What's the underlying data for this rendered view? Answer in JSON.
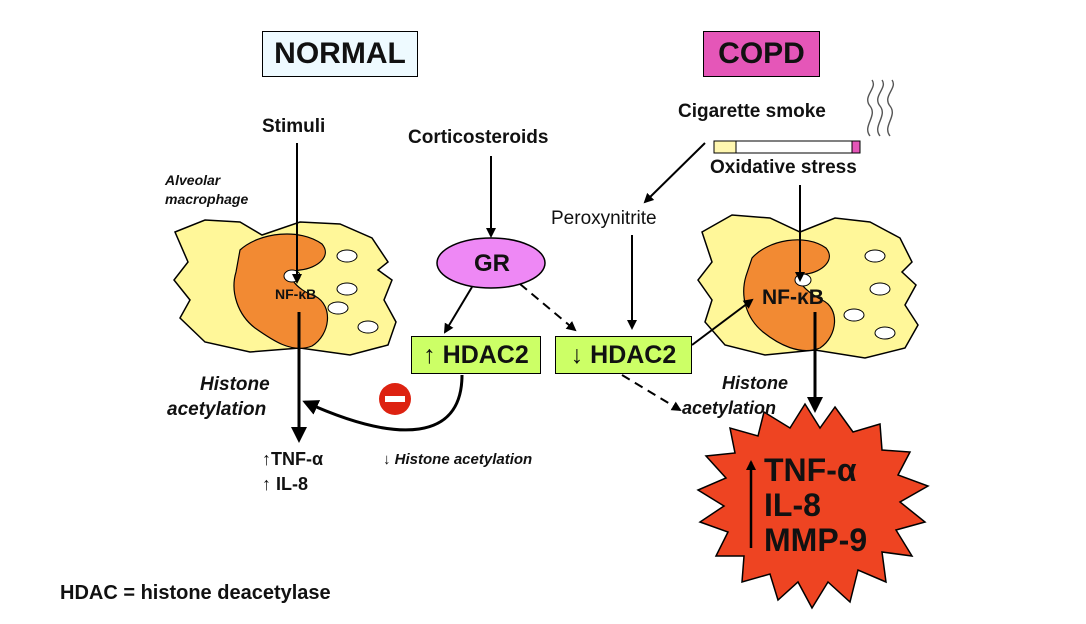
{
  "titles": {
    "normal": "NORMAL",
    "copd": "COPD"
  },
  "normal": {
    "stimuli": "Stimuli",
    "cell_label_line1": "Alveolar",
    "cell_label_line2": "macrophage",
    "nfkb": "NF-κB",
    "histone_line1": "Histone",
    "histone_line2": "acetylation",
    "tnf": "↑TNF-α",
    "il8": "↑ IL-8"
  },
  "center": {
    "corticosteroids": "Corticosteroids",
    "gr": "GR",
    "hdac2_up": "↑ HDAC2",
    "hdac2_down": "↓ HDAC2",
    "peroxynitrite": "Peroxynitrite",
    "histone_down": "↓ Histone acetylation",
    "inhibit_symbol": "minus"
  },
  "copd": {
    "smoke": "Cigarette smoke",
    "oxidative": "Oxidative stress",
    "nfkb": "NF-κB",
    "histone_line1": "Histone",
    "histone_line2": "acetylation",
    "tnf": "TNF-α",
    "il8": "IL-8",
    "mmp9": "MMP-9"
  },
  "footnote": "HDAC = histone deacetylase",
  "colors": {
    "normal_title_bg": "#eefaff",
    "copd_title_bg": "#e556b8",
    "cell_outer": "#fff799",
    "cell_nucleus": "#f28a33",
    "gr_fill": "#ee88f5",
    "hdac_fill": "#ccff66",
    "starburst": "#ee4422",
    "inhibit": "#dd2211"
  }
}
